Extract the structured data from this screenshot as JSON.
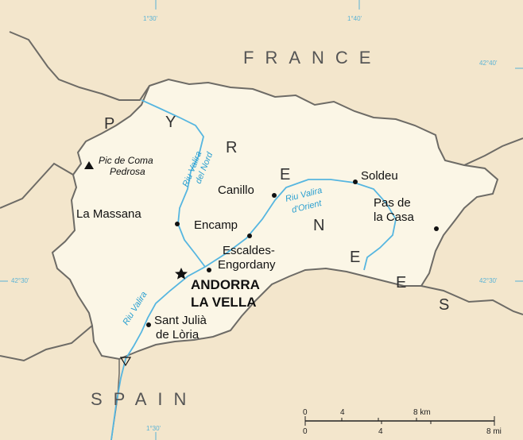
{
  "map": {
    "colors": {
      "background": "#f3e6cc",
      "country_fill": "#fbf6e6",
      "border": "#6d6b66",
      "river": "#56b6e0",
      "coord_text": "#5ab3d6"
    },
    "countries": {
      "north": "FRANCE",
      "south": "SPAIN"
    },
    "range_letters": [
      "P",
      "Y",
      "R",
      "E",
      "N",
      "E",
      "E",
      "S"
    ],
    "capital": {
      "line1": "ANDORRA",
      "line2": "LA VELLA"
    },
    "towns": {
      "canillo": "Canillo",
      "soldeu": "Soldeu",
      "pas_de_la_casa_1": "Pas de",
      "pas_de_la_casa_2": "la Casa",
      "la_massana": "La Massana",
      "encamp": "Encamp",
      "escaldes_1": "Escaldes-",
      "escaldes_2": "Engordany",
      "sant_julia_1": "Sant Julià",
      "sant_julia_2": "de Lòria"
    },
    "peak": {
      "line1": "Pic de Coma",
      "line2": "Pedrosa"
    },
    "rivers": {
      "valira_nord_1": "Riu Valira",
      "valira_nord_2": "del Nord",
      "valira_orient_1": "Riu Valira",
      "valira_orient_2": "d'Orient",
      "valira": "Riu Valira"
    },
    "coordinates": {
      "top_left": "1°30'",
      "top_right": "1°40'",
      "right_upper": "42°40'",
      "left_lower": "42°30'",
      "right_lower": "42°30'",
      "bottom": "1°30'"
    },
    "scale": {
      "km_ticks": [
        "0",
        "4",
        "8 km"
      ],
      "mi_ticks": [
        "0",
        "4",
        "8 mi"
      ]
    }
  }
}
